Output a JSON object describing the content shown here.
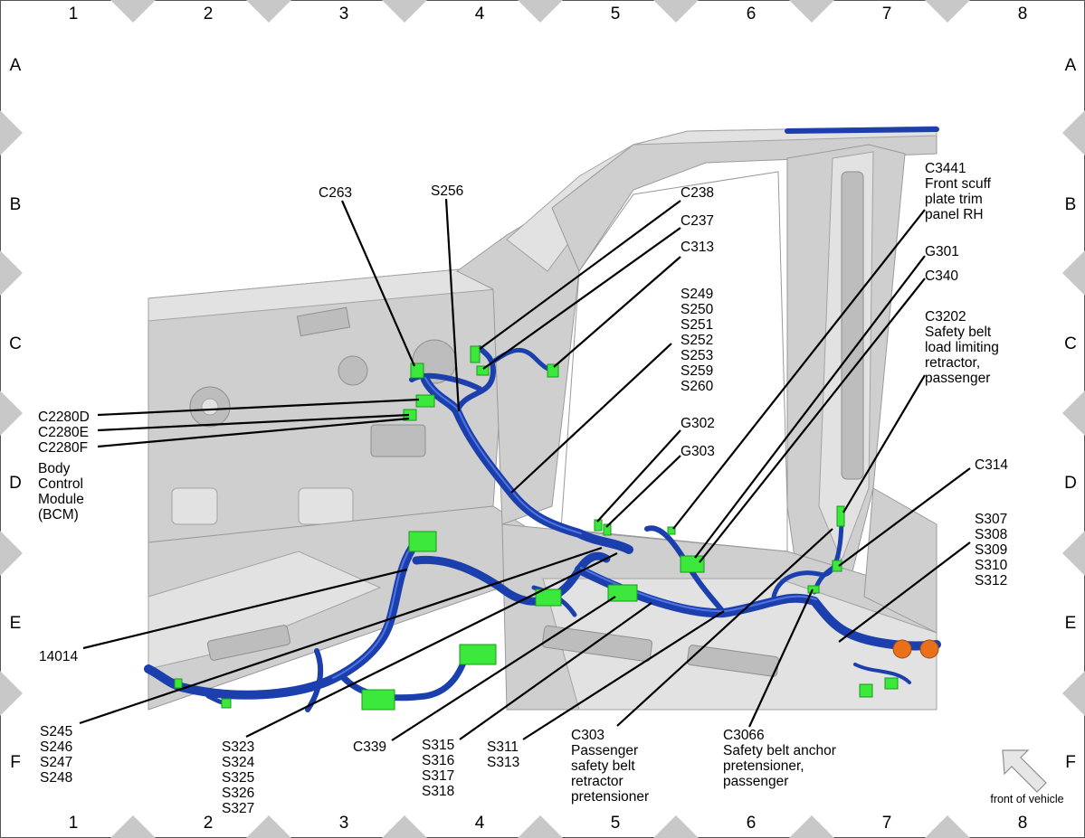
{
  "grid": {
    "columns": [
      "1",
      "2",
      "3",
      "4",
      "5",
      "6",
      "7",
      "8"
    ],
    "rows": [
      "A",
      "B",
      "C",
      "D",
      "E",
      "F"
    ]
  },
  "callouts": {
    "c263": "C263",
    "s256": "S256",
    "c238": "C238",
    "c237": "C237",
    "c313": "C313",
    "s249_group": [
      "S249",
      "S250",
      "S251",
      "S252",
      "S253",
      "S259",
      "S260"
    ],
    "c3441": [
      "C3441",
      "Front scuff",
      "plate trim",
      "panel RH"
    ],
    "g301": "G301",
    "c340": "C340",
    "c3202": [
      "C3202",
      "Safety belt",
      "load limiting",
      "retractor,",
      "passenger"
    ],
    "c2280": [
      "C2280D",
      "C2280E",
      "C2280F",
      "Body",
      "Control",
      "Module",
      "(BCM)"
    ],
    "g302": "G302",
    "g303": "G303",
    "c314": "C314",
    "s307_group": [
      "S307",
      "S308",
      "S309",
      "S310",
      "S312"
    ],
    "harness_14014": "14014",
    "s245_group": [
      "S245",
      "S246",
      "S247",
      "S248"
    ],
    "s323_group": [
      "S323",
      "S324",
      "S325",
      "S326",
      "S327"
    ],
    "c339": "C339",
    "s315_group": [
      "S315",
      "S316",
      "S317",
      "S318"
    ],
    "s311_group": [
      "S311",
      "S313"
    ],
    "c303": [
      "C303",
      "Passenger",
      "safety belt",
      "retractor",
      "pretensioner"
    ],
    "c3066": [
      "C3066",
      "Safety belt anchor",
      "pretensioner,",
      "passenger"
    ]
  },
  "orientation": {
    "front_label": "front of vehicle",
    "icon": "arrow-up-left-icon"
  },
  "colors": {
    "harness": "#1c3fae",
    "connector": "#3ce83c",
    "body": "#cfcfcf",
    "grid_marker": "#c8c8c8"
  }
}
